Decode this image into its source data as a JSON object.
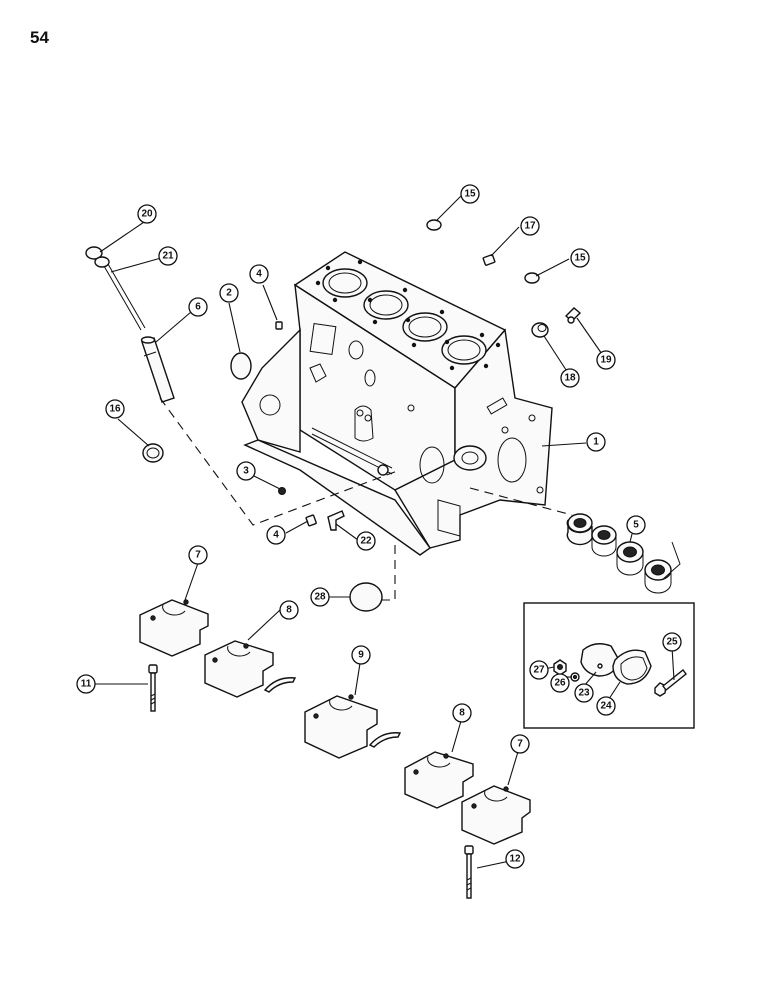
{
  "page": {
    "number": "54"
  },
  "callouts": {
    "c1": "1",
    "c2": "2",
    "c3": "3",
    "c4a": "4",
    "c4b": "4",
    "c5": "5",
    "c6": "6",
    "c7a": "7",
    "c7b": "7",
    "c8a": "8",
    "c8b": "8",
    "c9": "9",
    "c11": "11",
    "c12": "12",
    "c15a": "15",
    "c15b": "15",
    "c16": "16",
    "c17": "17",
    "c18": "18",
    "c19": "19",
    "c20": "20",
    "c21": "21",
    "c22": "22",
    "c23": "23",
    "c24": "24",
    "c25": "25",
    "c26": "26",
    "c27": "27",
    "c28": "28"
  }
}
